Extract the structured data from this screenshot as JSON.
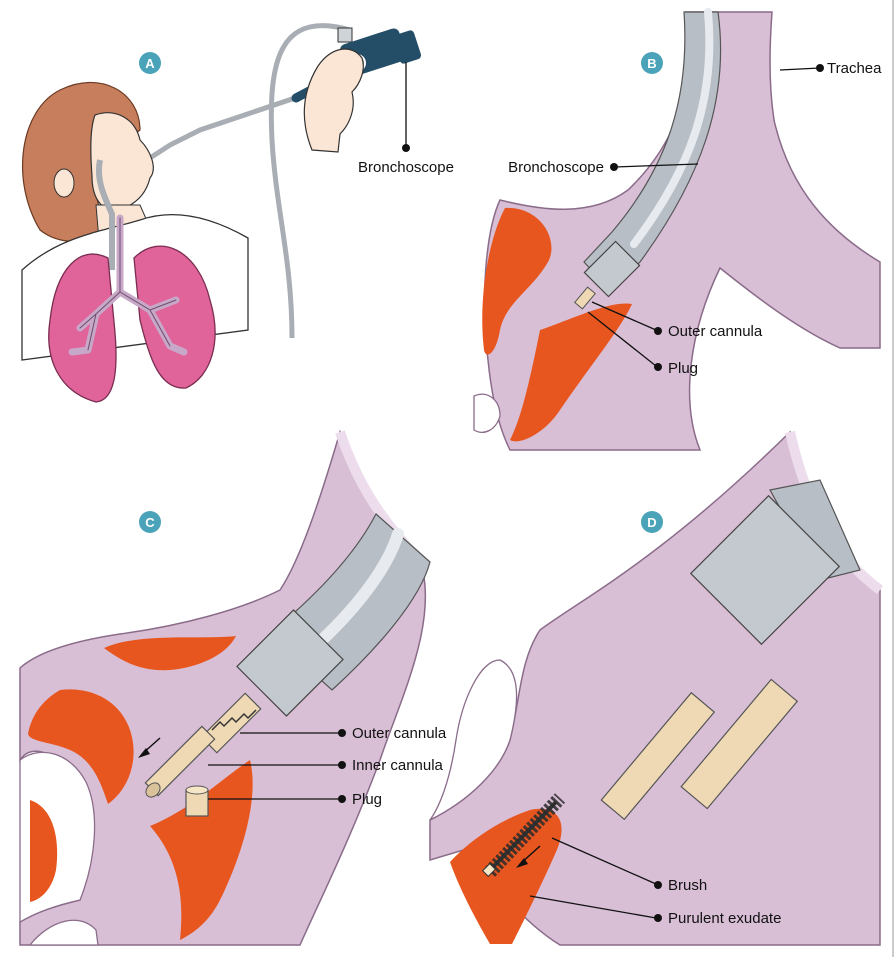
{
  "panels": {
    "a": {
      "badge": "A",
      "labels": {
        "bronchoscope": "Bronchoscope"
      }
    },
    "b": {
      "badge": "B",
      "labels": {
        "trachea": "Trachea",
        "bronchoscope": "Bronchoscope",
        "outer_cannula": "Outer cannula",
        "plug": "Plug"
      }
    },
    "c": {
      "badge": "C",
      "labels": {
        "outer_cannula": "Outer cannula",
        "inner_cannula": "Inner cannula",
        "plug": "Plug"
      }
    },
    "d": {
      "badge": "D",
      "labels": {
        "brush": "Brush",
        "purulent_exudate": "Purulent exudate"
      }
    }
  },
  "colors": {
    "badge": "#4aa3b8",
    "airway": "#d9bfd6",
    "airway_outline": "#8a6c8a",
    "mucosa": "#e8561f",
    "lung": "#e0649a",
    "lung_outline": "#7a2d50",
    "scope_body": "#b8bec6",
    "scope_highlight": "#e7ebef",
    "scope_cap": "#c4c9cf",
    "cannula": "#efd9b4",
    "skin": "#fbe6d6",
    "hair": "#c77e5c",
    "scope_handle": "#244e68"
  }
}
